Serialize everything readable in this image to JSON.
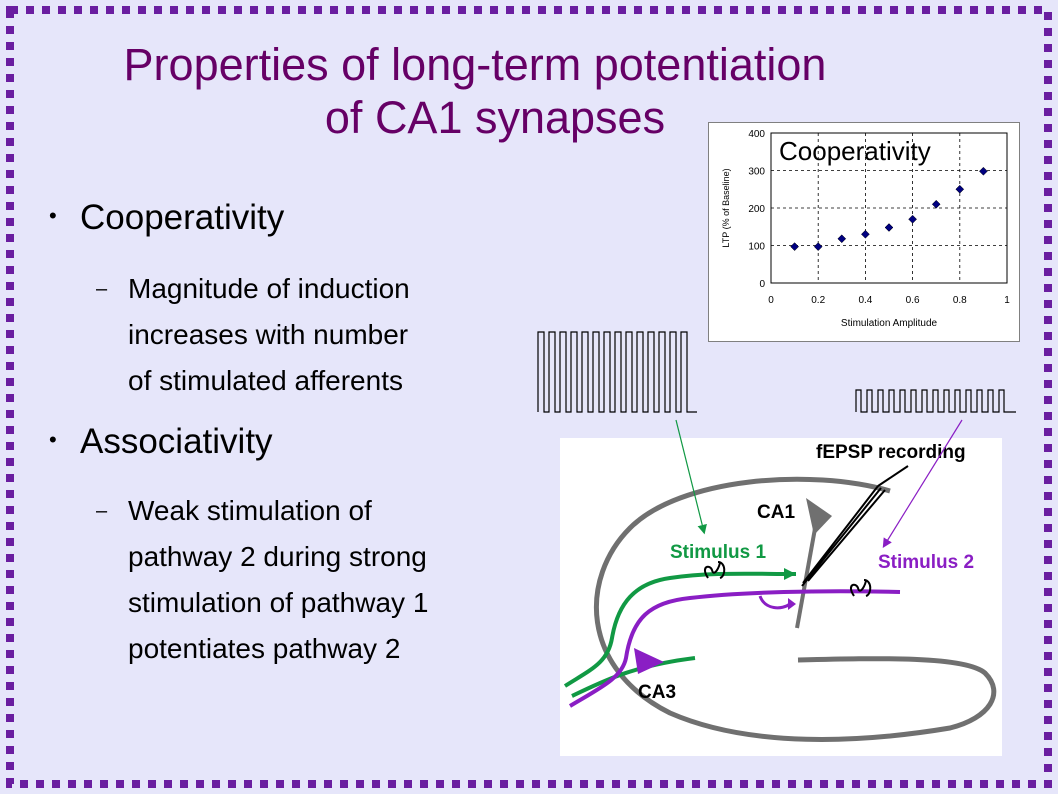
{
  "slide": {
    "title_line1": "Properties of long-term potentiation",
    "title_line2": "of CA1 synapses",
    "bullet_glyph": "•",
    "dash_glyph": "–",
    "bullets": [
      {
        "heading": "Cooperativity",
        "sub_lines": [
          "Magnitude of induction",
          "increases with number",
          "of stimulated afferents"
        ]
      },
      {
        "heading": "Associativity",
        "sub_lines": [
          "Weak stimulation of",
          "pathway 2 during strong",
          "stimulation of pathway 1",
          "potentiates pathway 2"
        ]
      }
    ]
  },
  "chart_data": {
    "type": "scatter",
    "title": "Cooperativity",
    "xlabel": "Stimulation Amplitude",
    "ylabel": "LTP (% of Baseline)",
    "xlim": [
      0,
      1
    ],
    "ylim": [
      0,
      400
    ],
    "xticks": [
      "0",
      "0.2",
      "0.4",
      "0.6",
      "0.8",
      "1"
    ],
    "yticks": [
      "0",
      "100",
      "200",
      "300",
      "400"
    ],
    "grid": true,
    "legend": "none",
    "marker_color": "#000080",
    "series": [
      {
        "x": [
          0.1,
          0.2,
          0.3,
          0.4,
          0.5,
          0.6,
          0.7,
          0.8,
          0.9
        ],
        "y": [
          97,
          97,
          118,
          130,
          148,
          170,
          210,
          250,
          298
        ]
      }
    ]
  },
  "diagram": {
    "label_fepsp": "fEPSP recording",
    "label_ca1": "CA1",
    "label_stimulus1": "Stimulus 1",
    "label_stimulus2": "Stimulus 2",
    "label_ca3": "CA3",
    "color_pathway1": "#119944",
    "color_pathway2": "#8a1ec4",
    "color_tissue": "#707070"
  },
  "theme": {
    "border_color": "#6a1ea0",
    "title_color": "#660066"
  }
}
